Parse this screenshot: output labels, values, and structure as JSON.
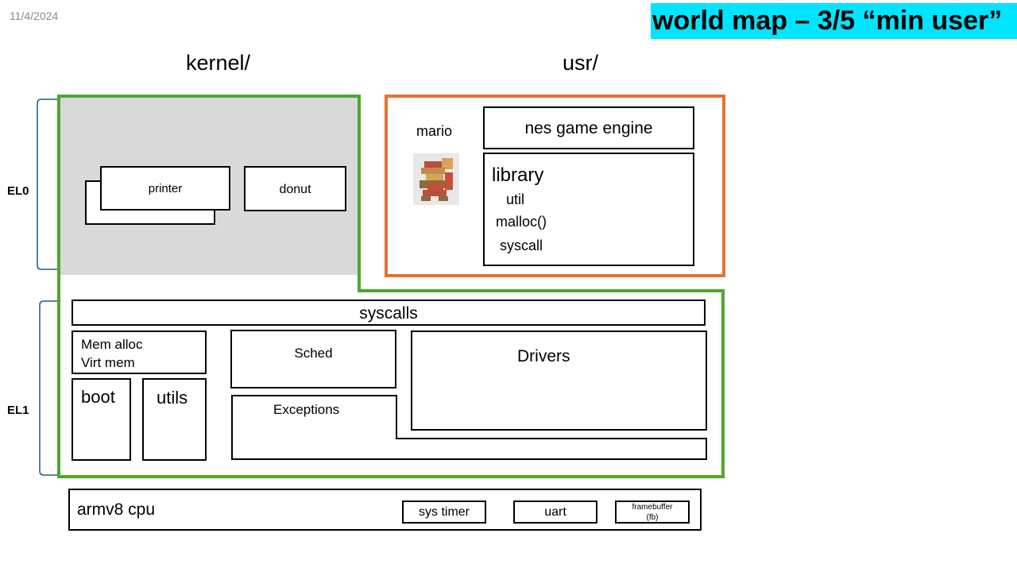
{
  "date": "11/4/2024",
  "title": "world map – 3/5 “min user”",
  "colors": {
    "title_bg": "#00e5ff",
    "kernel_border": "#4ea72e",
    "usr_border": "#e97132",
    "el0_fill": "#d9d9d9",
    "bracket": "#1f5b86"
  },
  "headers": {
    "kernel": "kernel/",
    "usr": "usr/"
  },
  "levels": {
    "el0": "EL0",
    "el1": "EL1"
  },
  "kernel_el0": {
    "printer": "printer",
    "donut": "donut"
  },
  "usr": {
    "mario_label": "mario",
    "mario_icon": "mario-sprite-icon",
    "nes_engine": "nes game engine",
    "library": {
      "title": "library",
      "items": [
        "util",
        "malloc()",
        "syscall"
      ]
    }
  },
  "kernel_el1": {
    "syscalls": "syscalls",
    "mem_alloc": "Mem alloc",
    "virt_mem": "Virt mem",
    "boot": "boot",
    "utils": "utils",
    "sched": "Sched",
    "exceptions": "Exceptions",
    "drivers": "Drivers"
  },
  "hardware": {
    "cpu": "armv8 cpu",
    "sys_timer": "sys timer",
    "uart": "uart",
    "framebuffer": "framebuffer",
    "fb": "(fb)"
  }
}
